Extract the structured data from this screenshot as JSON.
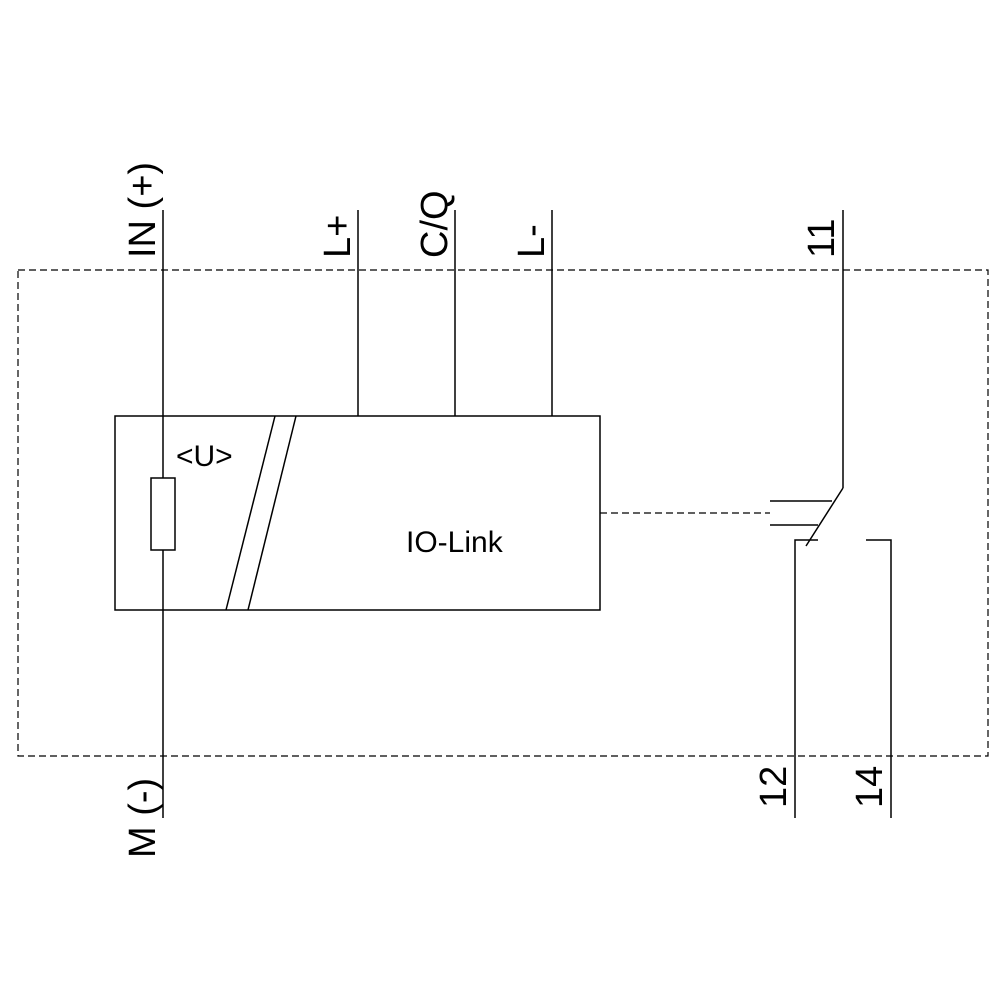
{
  "terminals": {
    "in_plus": "IN (+)",
    "l_plus": "L+",
    "cq": "C/Q",
    "l_minus": "L-",
    "t11": "11",
    "m_minus": "M (-)",
    "t12": "12",
    "t14": "14"
  },
  "block": {
    "voltage_label": "<U>",
    "iolink_label": "IO-Link"
  }
}
